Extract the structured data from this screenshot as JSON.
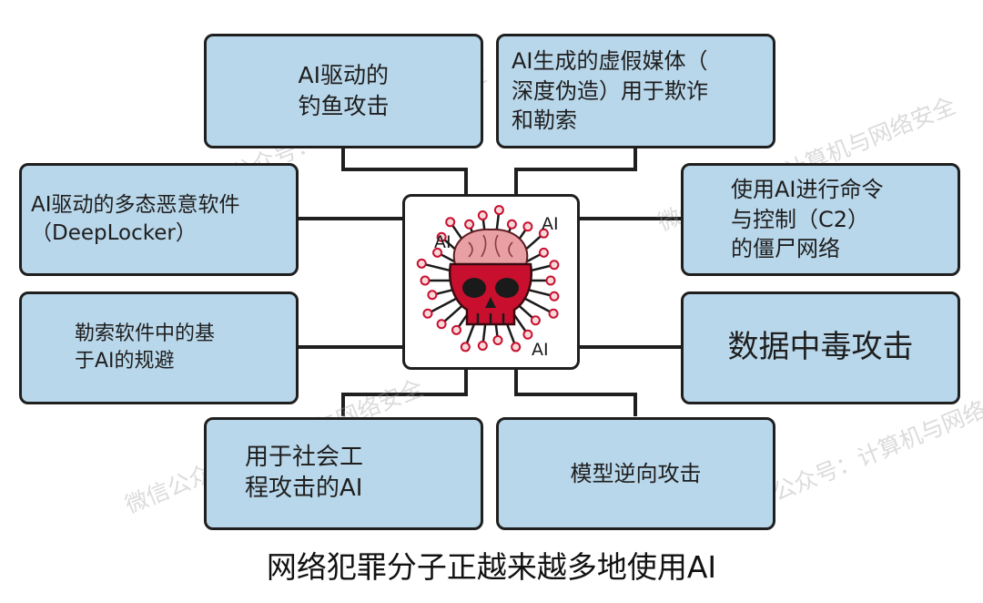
{
  "boxes": {
    "ai_phishing": "AI驱动的\n钓鱼攻击",
    "deepfake_media": "AI生成的虚假媒体（\n深度伪造）用于欺诈\n和勒索",
    "ai_malware": "AI驱动的多态恶意软件\n（DeepLocker）",
    "ai_c2_botnet": "使用AI进行命令\n与控制（C2）\n的僵尸网络",
    "ransomware_evasion": "勒索软件中的基\n于AI的规避",
    "data_poisoning": "数据中毒攻击",
    "social_engineering": "用于社会工\n程攻击的AI",
    "model_inversion": "模型逆向攻击"
  },
  "center": {
    "labels": [
      "AI",
      "AI",
      "AI"
    ],
    "icon": "virus-skull-brain-icon"
  },
  "caption": "网络犯罪分子正越来越多地使用AI",
  "watermark": "微信公众号：计算机与网络安全",
  "colors": {
    "box_fill": "#b9d7ea",
    "border": "#1f1f1f",
    "virus_red": "#c8102e",
    "brain_pink": "#e8a0a4"
  }
}
